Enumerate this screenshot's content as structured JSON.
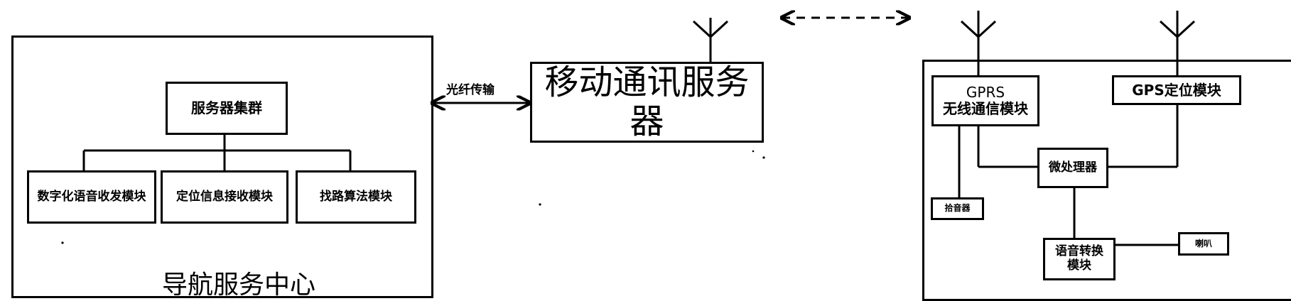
{
  "nav_center": {
    "title": "导航服务中心",
    "server_cluster": "服务器集群",
    "modules": [
      "数字化语音收发模块",
      "定位信息接收模块",
      "找路算法模块"
    ]
  },
  "link_label": "光纤传输",
  "mobile_server": "移动通讯服务器",
  "terminal": {
    "gprs_line1": "GPRS",
    "gprs_line2": "无线通信模块",
    "gps": "GPS定位模块",
    "microprocessor": "微处理器",
    "recorder": "拾音器",
    "voice_line1": "语音转换",
    "voice_line2": "模块",
    "speaker": "喇叭"
  }
}
